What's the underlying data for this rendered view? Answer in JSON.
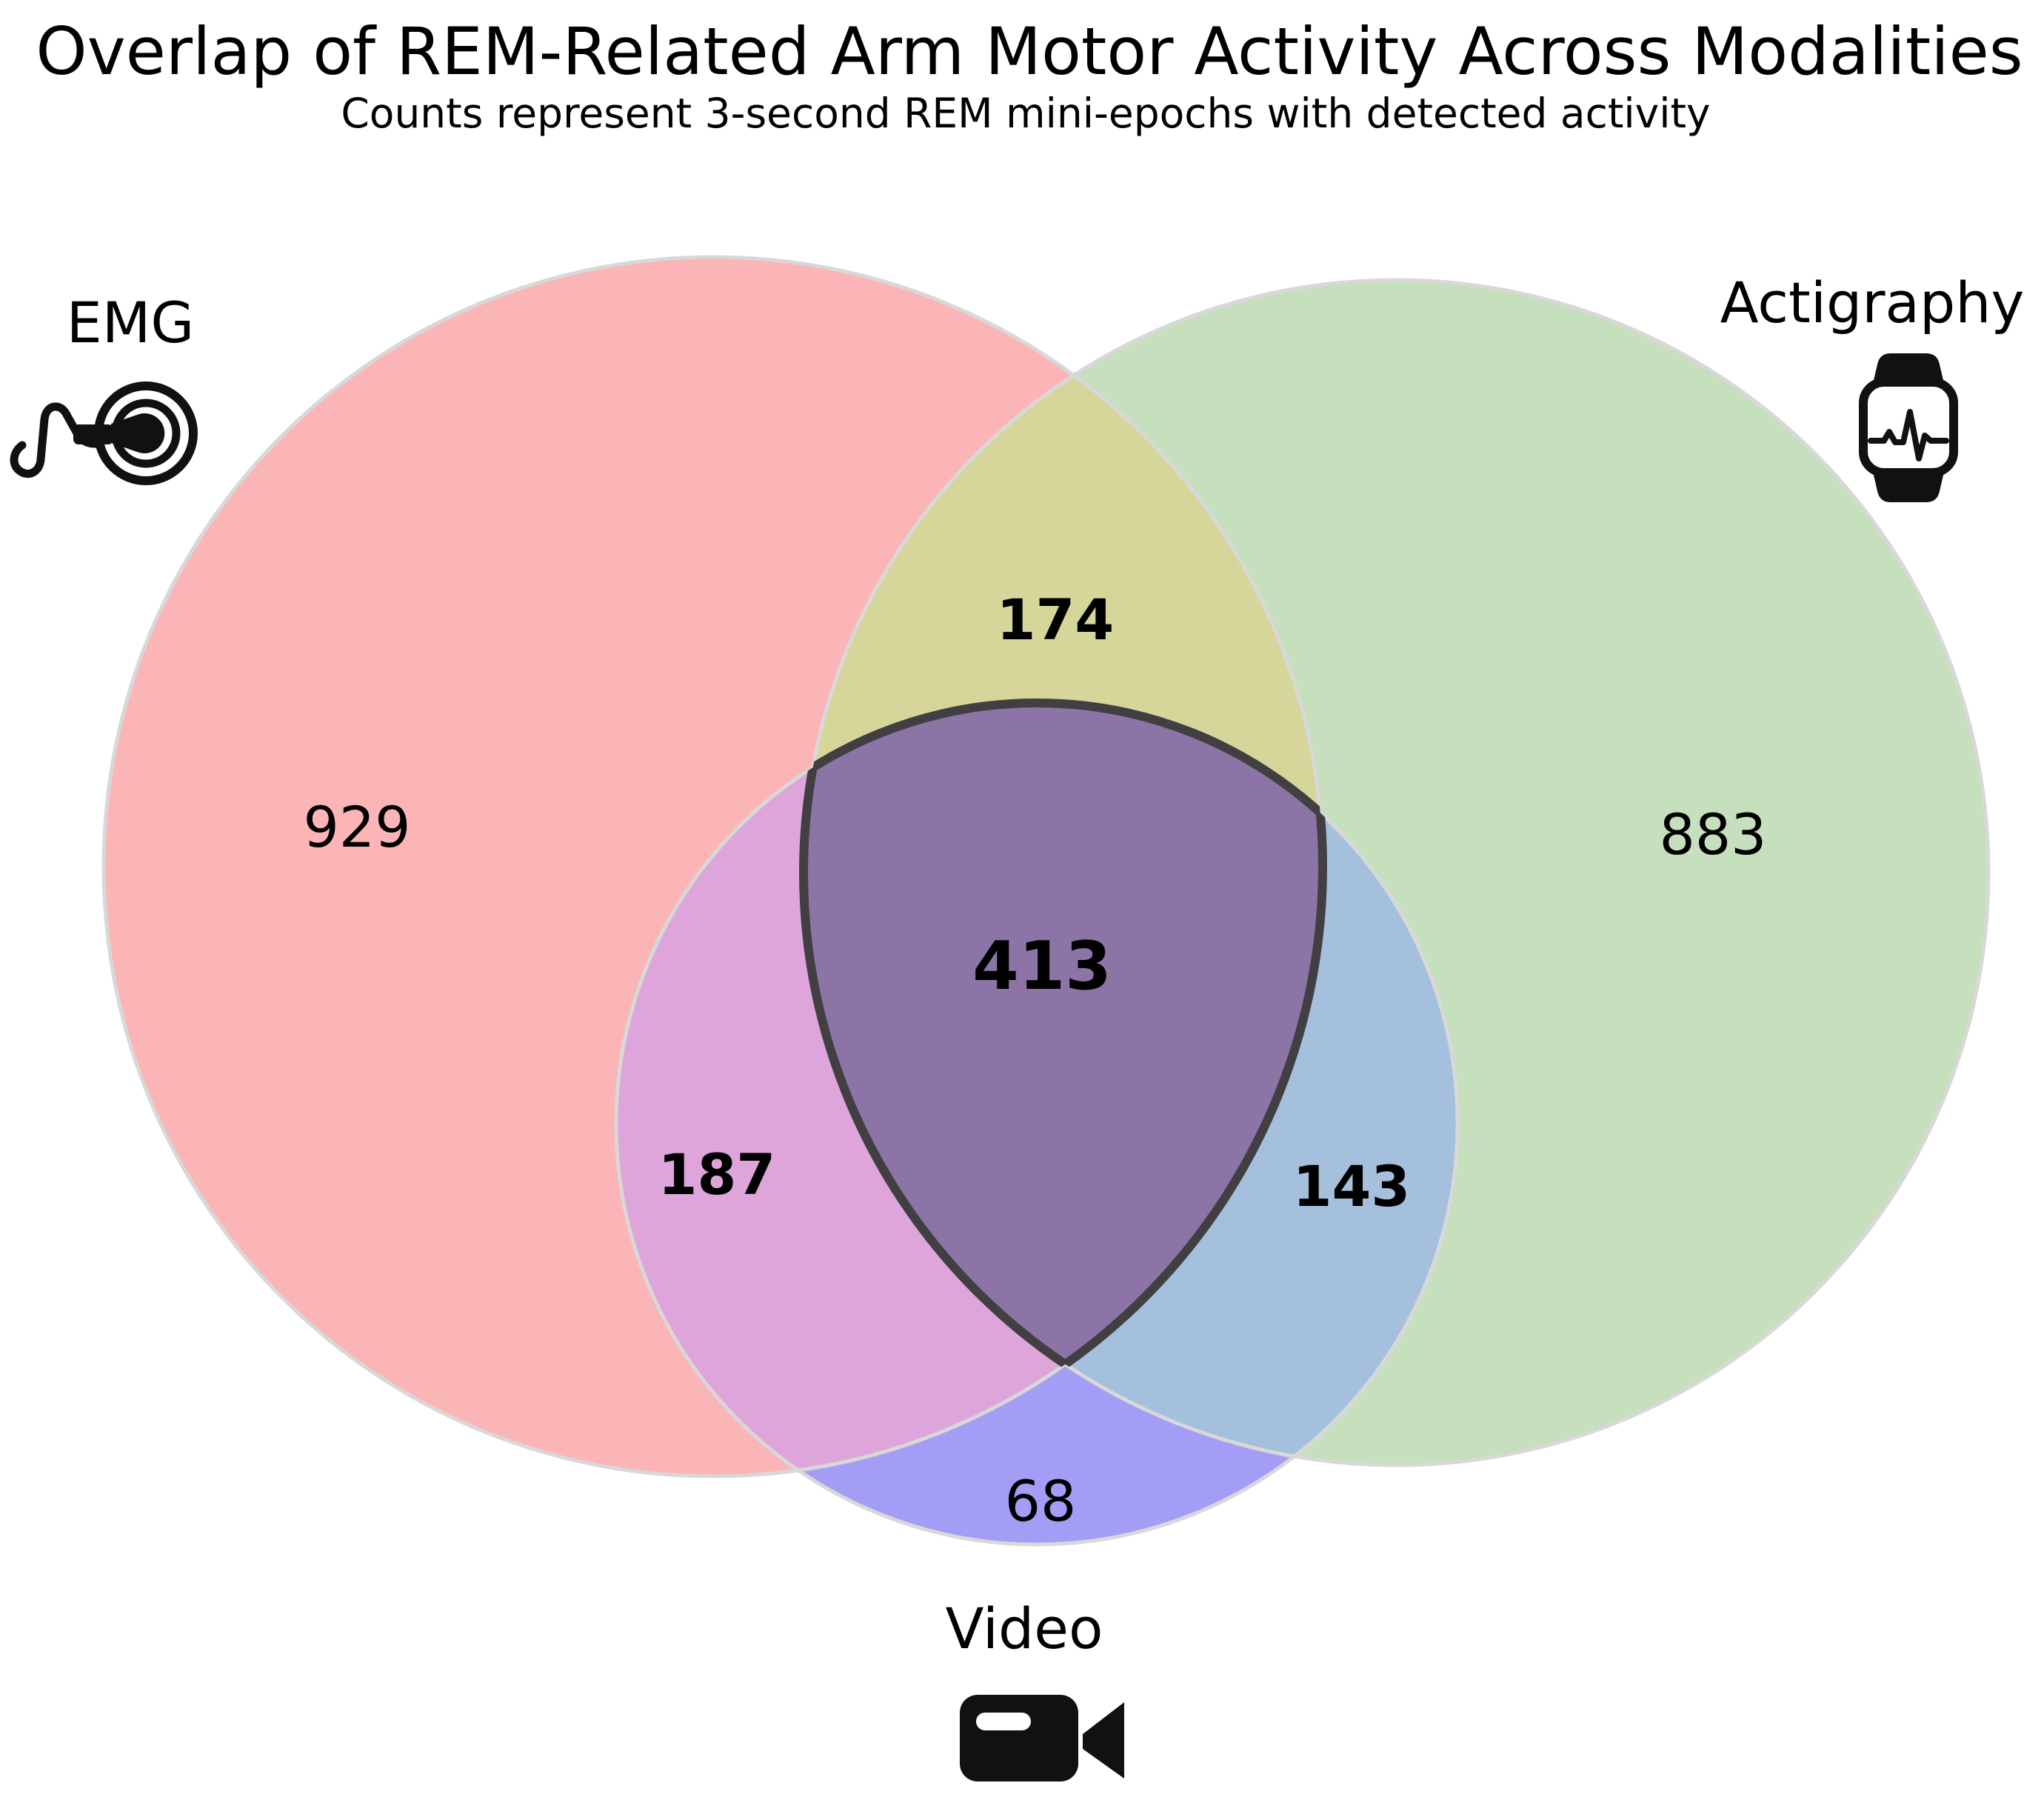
{
  "header": {
    "title": "Overlap of REM-Related Arm Motor Activity Across Modalities",
    "subtitle": "Counts represent 3-second REM mini-epochs with detected activity"
  },
  "chart_data": {
    "type": "venn",
    "title": "Overlap of REM-Related Arm Motor Activity Across Modalities",
    "subtitle": "Counts represent 3-second REM mini-epochs with detected activity",
    "sets": [
      {
        "name": "EMG",
        "icon": "emg-electrode-icon"
      },
      {
        "name": "Actigraphy",
        "icon": "smartwatch-icon"
      },
      {
        "name": "Video",
        "icon": "video-camera-icon"
      }
    ],
    "regions": {
      "emg_only": {
        "sets": [
          "EMG"
        ],
        "value": 929
      },
      "actigraphy_only": {
        "sets": [
          "Actigraphy"
        ],
        "value": 883
      },
      "video_only": {
        "sets": [
          "Video"
        ],
        "value": 68
      },
      "emg_actigraphy": {
        "sets": [
          "EMG",
          "Actigraphy"
        ],
        "value": 174
      },
      "emg_video": {
        "sets": [
          "EMG",
          "Video"
        ],
        "value": 187
      },
      "actigraphy_video": {
        "sets": [
          "Actigraphy",
          "Video"
        ],
        "value": 143
      },
      "emg_actigraphy_video": {
        "sets": [
          "EMG",
          "Actigraphy",
          "Video"
        ],
        "value": 413
      }
    },
    "layout_hints": {
      "legend": "none",
      "grid": false,
      "label_positions": "inside-regions"
    }
  },
  "colors": {
    "emg_only": "#FBB5B6",
    "actigraphy_only": "#C6DFBC",
    "video_only": "#A49DF6",
    "emg_actigraphy": "#D6D59A",
    "emg_video": "#DEA5DB",
    "actigraphy_video": "#A4C0DD",
    "emg_actigraphy_video": "#8C75A6",
    "circle_edge": "#D8D8D8",
    "center_edge": "#413F42",
    "icon_color": "#111111",
    "text_color": "#000000",
    "background": "#FFFFFF"
  }
}
